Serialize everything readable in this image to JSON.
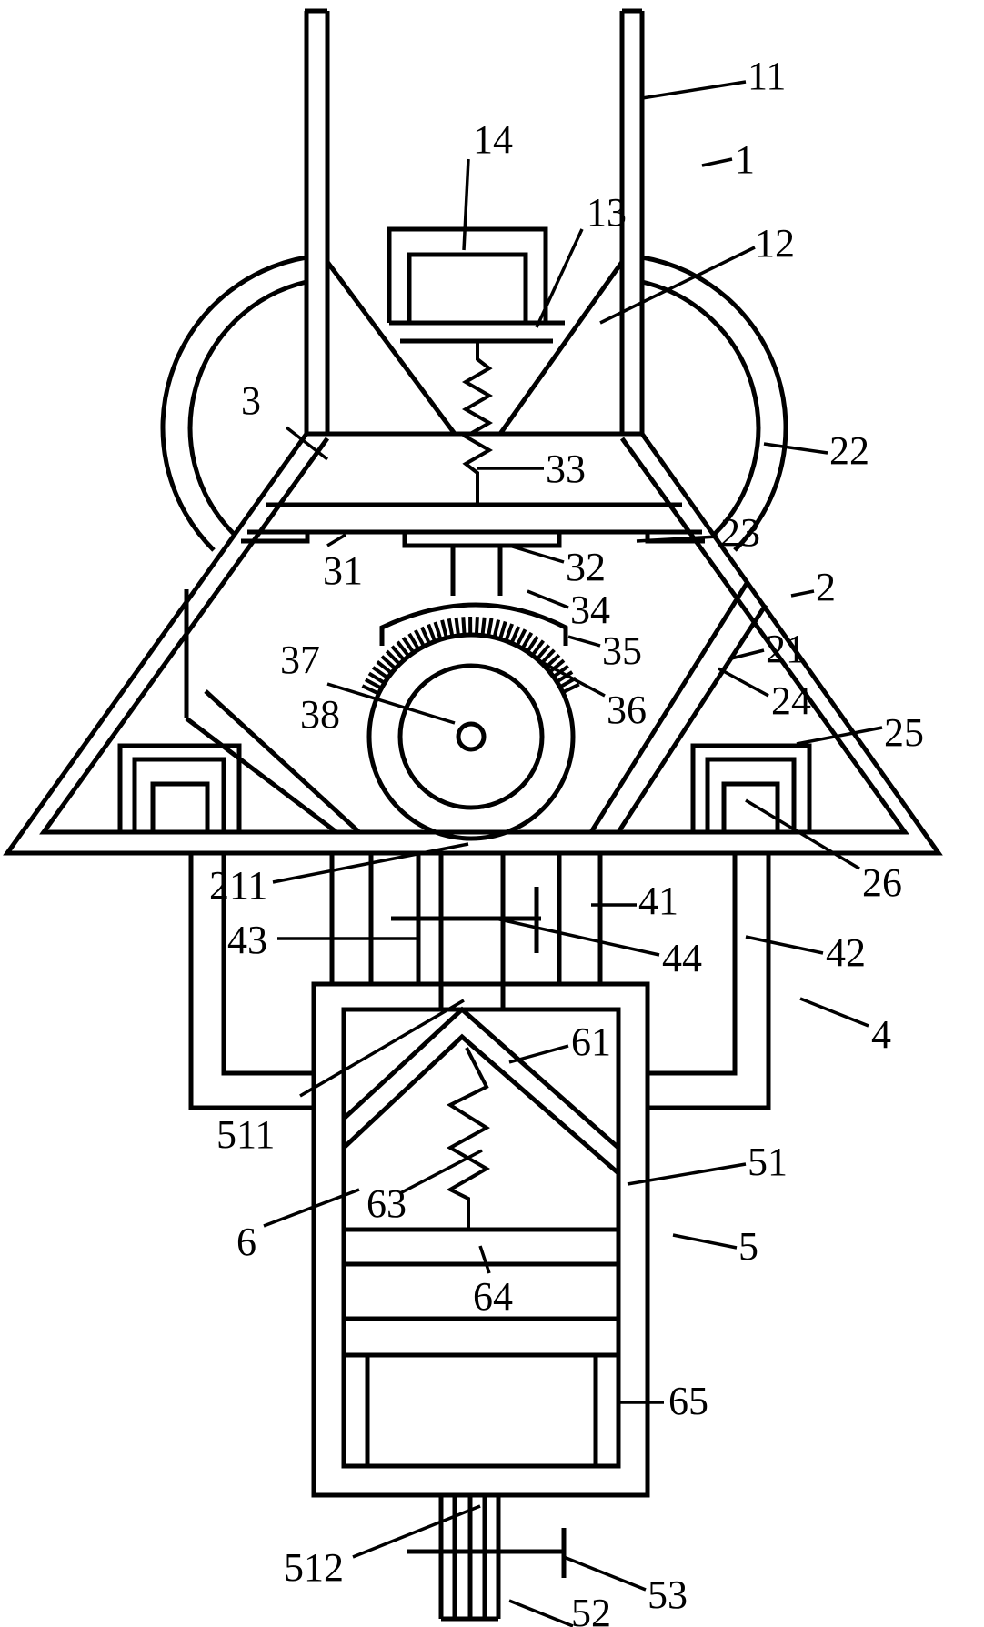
{
  "labels": {
    "l11": "11",
    "l1": "1",
    "l14": "14",
    "l13": "13",
    "l12": "12",
    "l3": "3",
    "l22": "22",
    "l33": "33",
    "l23": "23",
    "l31": "31",
    "l32": "32",
    "l2": "2",
    "l34": "34",
    "l35": "35",
    "l21": "21",
    "l37": "37",
    "l24": "24",
    "l38": "38",
    "l36": "36",
    "l25": "25",
    "l26": "26",
    "l211": "211",
    "l41": "41",
    "l43": "43",
    "l44": "44",
    "l42": "42",
    "l4": "4",
    "l61": "61",
    "l511": "511",
    "l51": "51",
    "l63": "63",
    "l6": "6",
    "l5": "5",
    "l64": "64",
    "l65": "65",
    "l512": "512",
    "l53": "53",
    "l52": "52"
  }
}
